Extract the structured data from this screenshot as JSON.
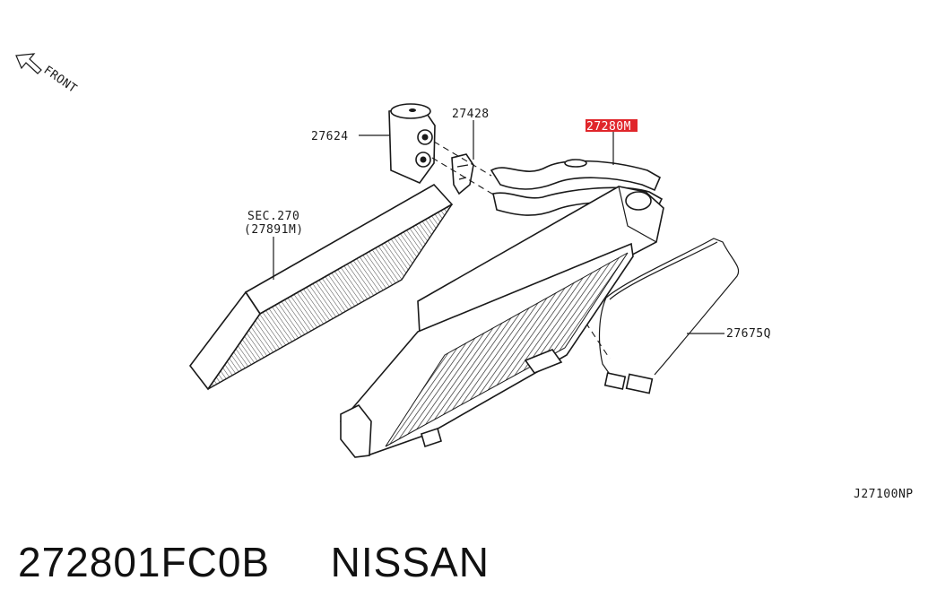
{
  "diagram": {
    "front_label": "FRONT",
    "labels": {
      "part_27624": "27624",
      "part_27428": "27428",
      "part_27280m": "27280M",
      "sec_line1": "SEC.270",
      "sec_line2": "(27891M)",
      "part_27675q": "27675Q",
      "ref_code": "J27100NP"
    },
    "highlight_color": "#e0262b"
  },
  "footer": {
    "part_number": "272801FC0B",
    "brand": "NISSAN"
  }
}
